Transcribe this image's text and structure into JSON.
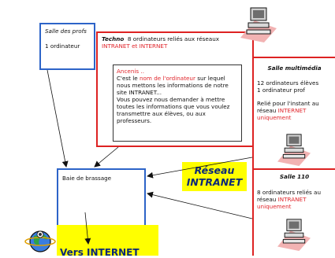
{
  "salle_profs": {
    "title": "Salle des profs",
    "line1": "1 ordinateur"
  },
  "techno": {
    "title": "Techno",
    "desc": "8 ordinateurs reliés aux réseaux",
    "networks": "INTRANET et INTERNET",
    "note": {
      "line_ancenis": "Ancenis ..",
      "p1_a": "C'est le ",
      "p1_red": "nom de l'ordinateur",
      "p1_b": " sur lequel nous mettons les informations de notre site INTRANET...",
      "p2": "Vous pouvez nous demander à mettre toutes les informations que vous voulez transmettre aux élèves, ou aux professeurs."
    }
  },
  "salle_multimedia": {
    "title": "Salle multimédia",
    "line1": "12 ordinateurs élèves",
    "line2": "1 ordinateur prof",
    "line3": "Relié pour l'instant au réseau ",
    "network": "INTERNET",
    "unique": "uniquement"
  },
  "salle_110": {
    "title": "Salle 110",
    "line1": "8 ordinateurs reliés au réseau ",
    "network": "INTRANET",
    "unique": "uniquement"
  },
  "baie": {
    "label": "Baie de brassage"
  },
  "reseau_intranet": {
    "line1": "Réseau",
    "line2": "INTRANET"
  },
  "internet": {
    "label": "Vers INTERNET"
  },
  "colors": {
    "red": "#e0252b",
    "blue": "#2d64c8",
    "yellow": "#ffff00",
    "navy": "#0a2878",
    "pink": "#f2b3b3"
  }
}
